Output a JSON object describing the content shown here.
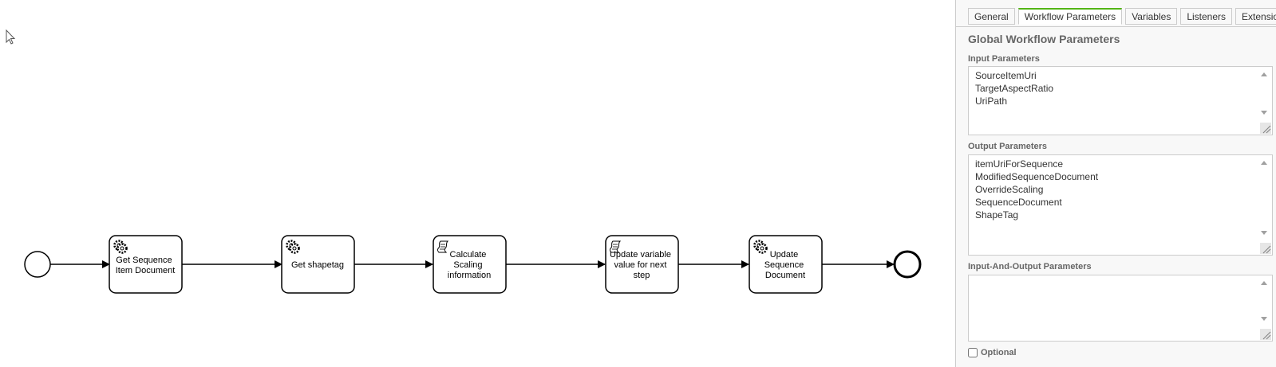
{
  "diagram": {
    "tasks": [
      {
        "id": "task-1",
        "type": "service",
        "label_lines": [
          "Get Sequence",
          "Item Document"
        ]
      },
      {
        "id": "task-2",
        "type": "service",
        "label_lines": [
          "Get shapetag"
        ]
      },
      {
        "id": "task-3",
        "type": "script",
        "label_lines": [
          "Calculate",
          "Scaling",
          "information"
        ]
      },
      {
        "id": "task-4",
        "type": "script",
        "label_lines": [
          "Update variable",
          "value for next",
          "step"
        ]
      },
      {
        "id": "task-5",
        "type": "service",
        "label_lines": [
          "Update",
          "Sequence",
          "Document"
        ]
      }
    ]
  },
  "panel": {
    "tabs": [
      {
        "label": "General",
        "active": false
      },
      {
        "label": "Workflow Parameters",
        "active": true
      },
      {
        "label": "Variables",
        "active": false
      },
      {
        "label": "Listeners",
        "active": false
      },
      {
        "label": "Extensions",
        "active": false
      }
    ],
    "title": "Global Workflow Parameters",
    "input": {
      "label": "Input Parameters",
      "items": [
        "SourceItemUri",
        "TargetAspectRatio",
        "UriPath"
      ]
    },
    "output": {
      "label": "Output Parameters",
      "items": [
        "itemUriForSequence",
        "ModifiedSequenceDocument",
        "OverrideScaling",
        "SequenceDocument",
        "ShapeTag"
      ]
    },
    "inout": {
      "label": "Input-And-Output Parameters",
      "items": []
    },
    "optional_label": "Optional"
  },
  "colors": {
    "accent": "#52b415",
    "stroke": "#000000",
    "panel_bg": "#f8f8f8"
  }
}
